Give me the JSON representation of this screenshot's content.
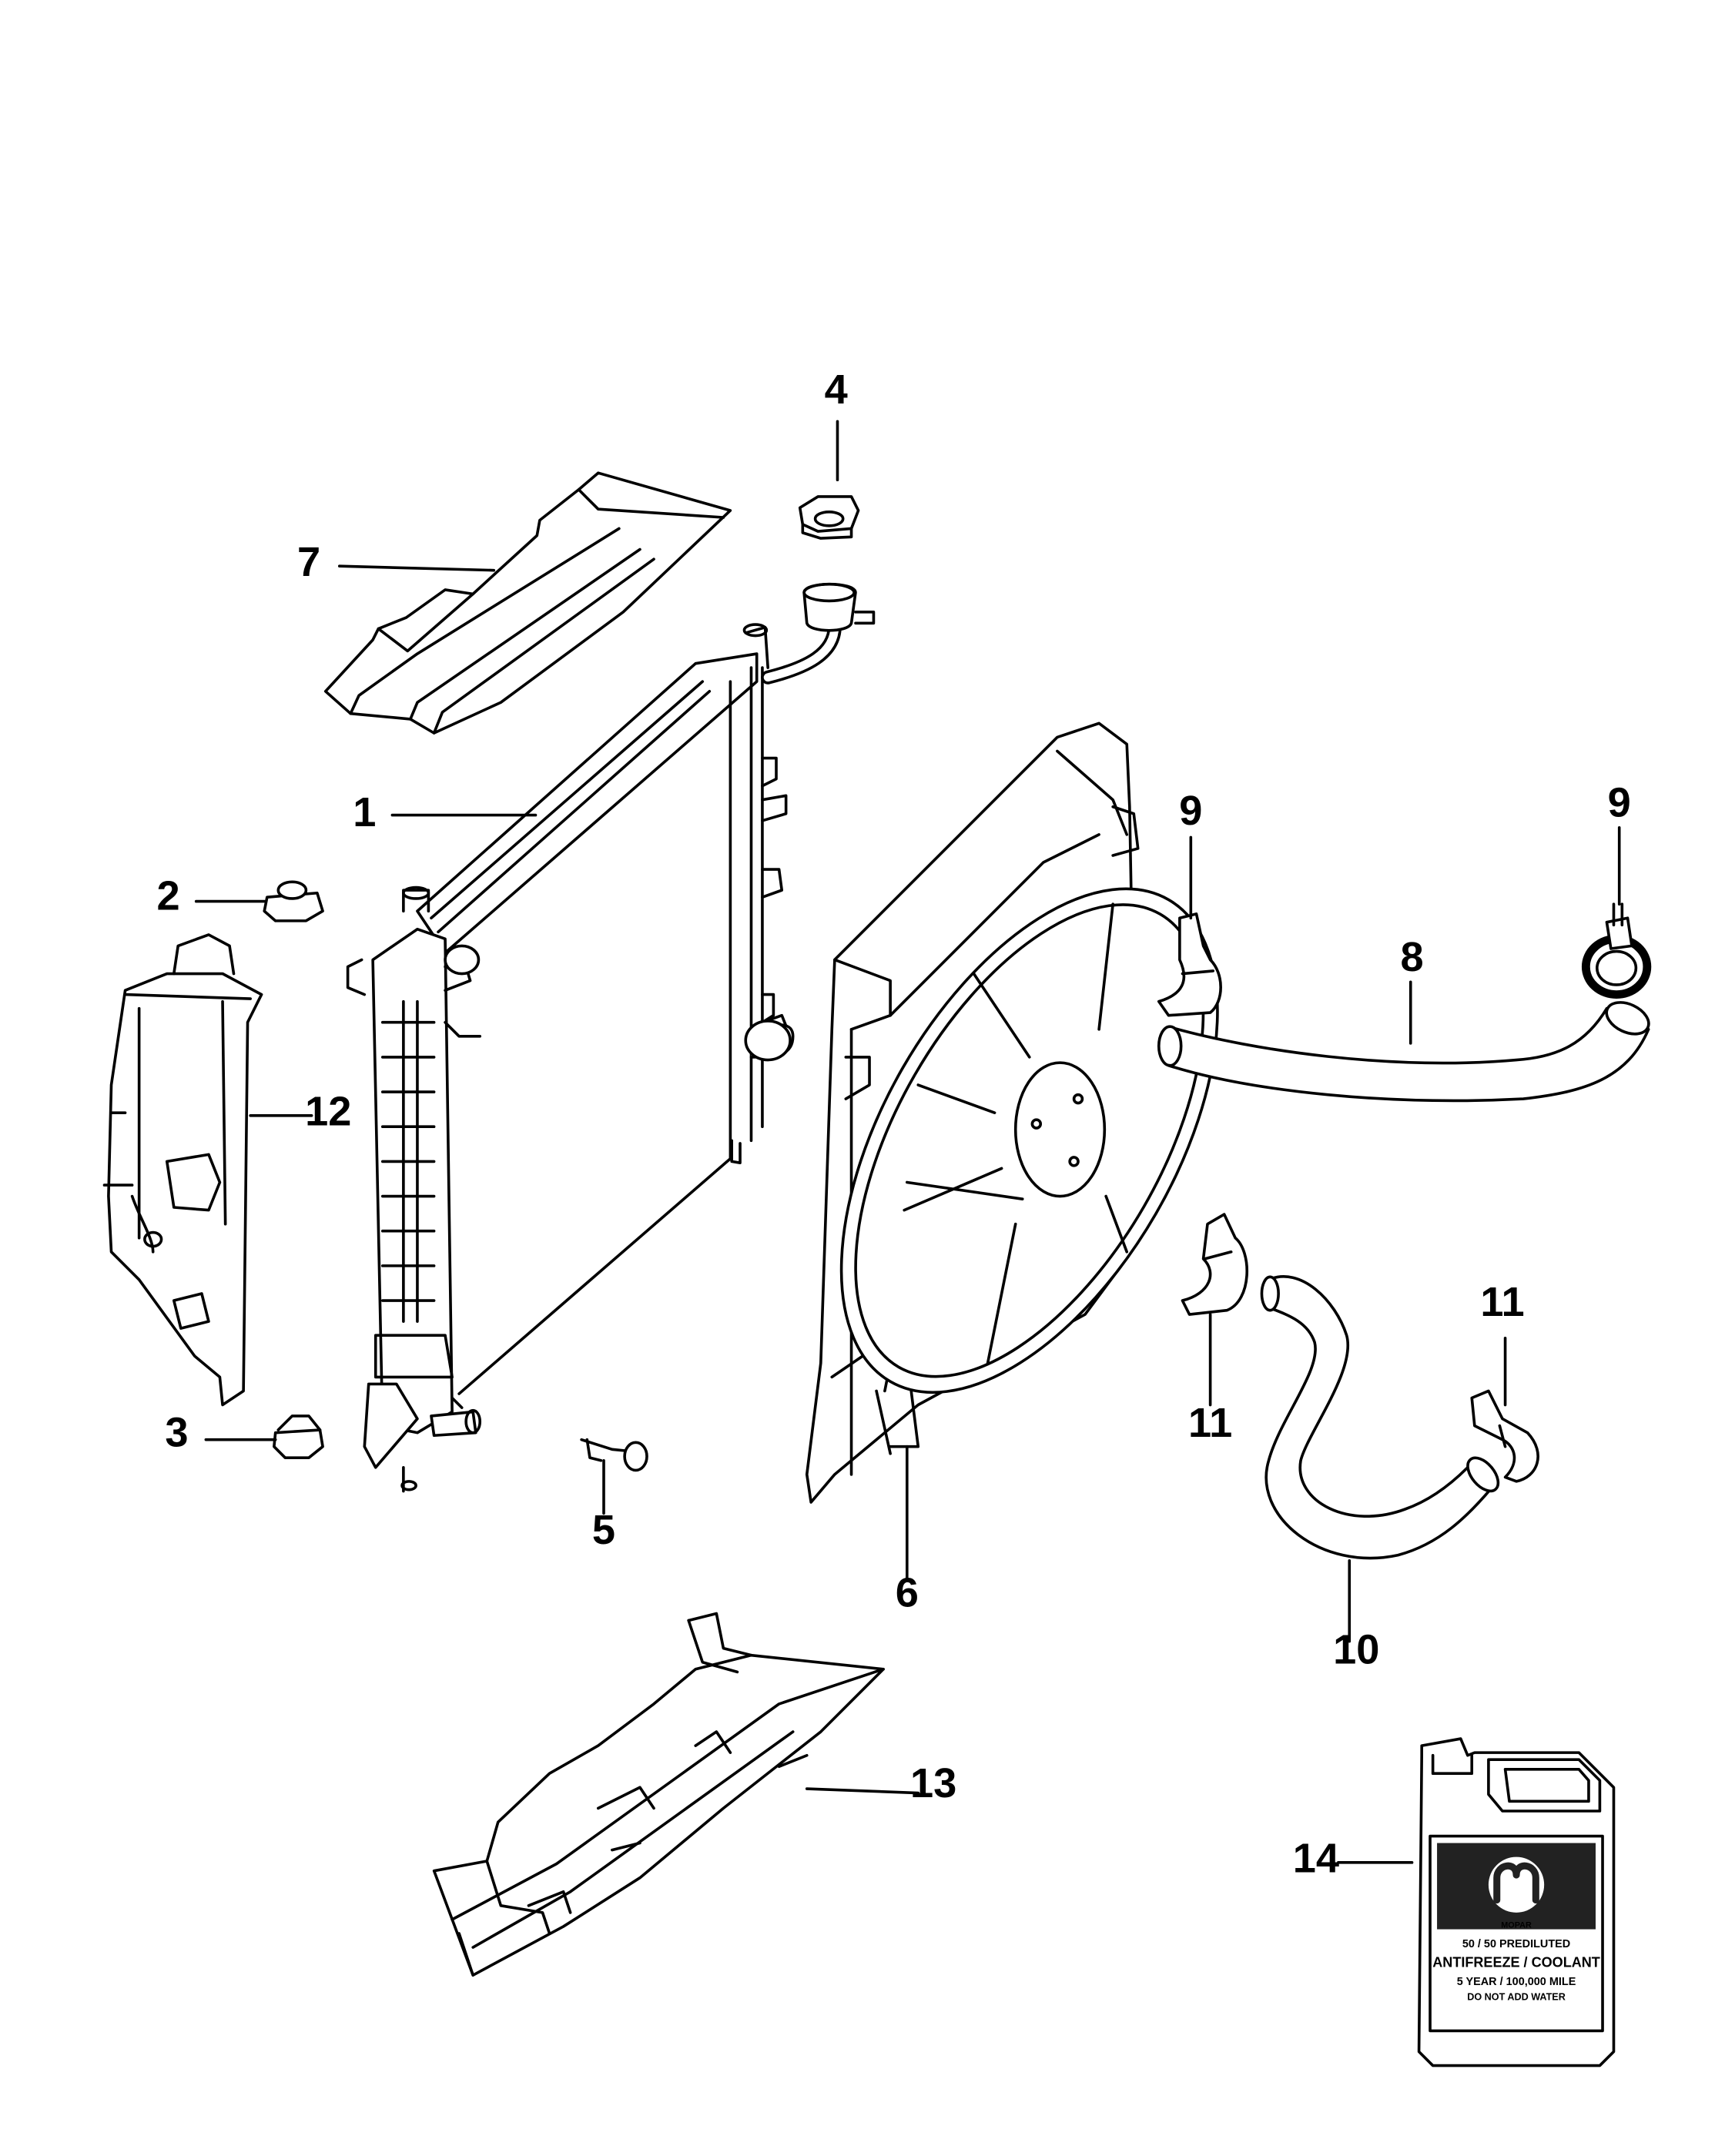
{
  "callouts": {
    "c1": "1",
    "c2": "2",
    "c3": "3",
    "c4": "4",
    "c5": "5",
    "c6": "6",
    "c7": "7",
    "c8": "8",
    "c9a": "9",
    "c9b": "9",
    "c10": "10",
    "c11a": "11",
    "c11b": "11",
    "c12": "12",
    "c13": "13",
    "c14": "14"
  },
  "jug_label": {
    "brand": "MOPAR",
    "line1": "50 / 50 PREDILUTED",
    "line2": "ANTIFREEZE / COOLANT",
    "line3": "5 YEAR / 100,000 MILE",
    "line4": "DO NOT ADD WATER"
  },
  "colors": {
    "ink": "#000000",
    "paper": "#ffffff",
    "label_dark": "#222222"
  }
}
